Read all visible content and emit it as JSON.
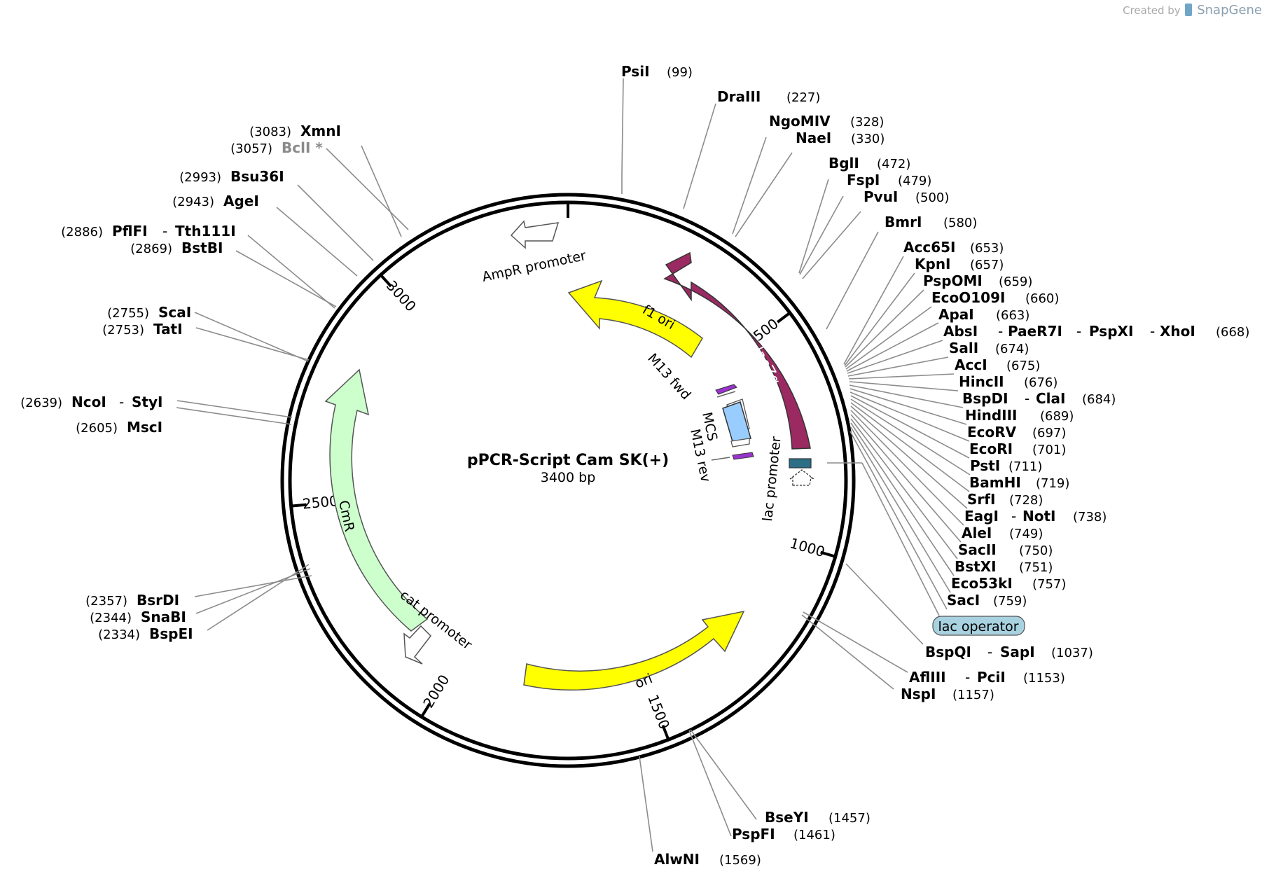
{
  "credit": {
    "prefix": "Created by",
    "brand": "SnapGene"
  },
  "plasmid": {
    "name": "pPCR-Script Cam SK(+)",
    "size_label": "3400 bp",
    "length": 3400
  },
  "ticks": [
    {
      "pos": 0,
      "label": ""
    },
    {
      "pos": 500,
      "label": "500"
    },
    {
      "pos": 1000,
      "label": "1000"
    },
    {
      "pos": 1500,
      "label": "1500"
    },
    {
      "pos": 2000,
      "label": "2000"
    },
    {
      "pos": 2500,
      "label": "2500"
    },
    {
      "pos": 3000,
      "label": "3000"
    }
  ],
  "features": [
    {
      "name": "lacZα",
      "label": "lacZα",
      "color": "#9b2a62",
      "label_color": "#ffffff"
    },
    {
      "name": "f1 ori",
      "label": "f1 ori",
      "color": "#ffff00",
      "label_color": "#000000"
    },
    {
      "name": "ori",
      "label": "ori",
      "color": "#ffff00",
      "label_color": "#000000"
    },
    {
      "name": "CmR",
      "label": "CmR",
      "color": "#ccffcc",
      "label_color": "#000000"
    },
    {
      "name": "AmpR promoter",
      "label": "AmpR promoter",
      "color": "#ffffff",
      "label_color": "#000000"
    },
    {
      "name": "cat promoter",
      "label": "cat promoter",
      "color": "#ffffff",
      "label_color": "#000000"
    },
    {
      "name": "lac promoter",
      "label": "lac promoter",
      "color": "#ffffff",
      "label_color": "#000000"
    },
    {
      "name": "M13 fwd",
      "label": "M13 fwd",
      "color": "#9933cc",
      "label_color": "#000000"
    },
    {
      "name": "M13 rev",
      "label": "M13 rev",
      "color": "#9933cc",
      "label_color": "#000000"
    },
    {
      "name": "MCS",
      "label": "MCS",
      "color": "#99ccff",
      "label_color": "#000000"
    },
    {
      "name": "lac operator",
      "label": "lac operator",
      "color": "#a8d2e0",
      "label_color": "#000000"
    }
  ],
  "sites": [
    {
      "id": "psii",
      "names": [
        "PsiI"
      ],
      "pos": "(99)"
    },
    {
      "id": "draiii",
      "names": [
        "DraIII"
      ],
      "pos": "(227)"
    },
    {
      "id": "ngomiv",
      "names": [
        "NgoMIV"
      ],
      "pos": "(328)"
    },
    {
      "id": "naei",
      "names": [
        "NaeI"
      ],
      "pos": "(330)"
    },
    {
      "id": "bgli",
      "names": [
        "BglI"
      ],
      "pos": "(472)"
    },
    {
      "id": "fspi",
      "names": [
        "FspI"
      ],
      "pos": "(479)"
    },
    {
      "id": "pvui",
      "names": [
        "PvuI"
      ],
      "pos": "(500)"
    },
    {
      "id": "bmri",
      "names": [
        "BmrI"
      ],
      "pos": "(580)"
    },
    {
      "id": "acc65i",
      "names": [
        "Acc65I"
      ],
      "pos": "(653)"
    },
    {
      "id": "kpni",
      "names": [
        "KpnI"
      ],
      "pos": "(657)"
    },
    {
      "id": "pspomi",
      "names": [
        "PspOMI"
      ],
      "pos": "(659)"
    },
    {
      "id": "eco0109i",
      "names": [
        "EcoO109I"
      ],
      "pos": "(660)"
    },
    {
      "id": "apai",
      "names": [
        "ApaI"
      ],
      "pos": "(663)"
    },
    {
      "id": "absi",
      "names": [
        "AbsI",
        "PaeR7I",
        "PspXI",
        "XhoI"
      ],
      "pos": "(668)"
    },
    {
      "id": "sali",
      "names": [
        "SalI"
      ],
      "pos": "(674)"
    },
    {
      "id": "acci",
      "names": [
        "AccI"
      ],
      "pos": "(675)"
    },
    {
      "id": "hincii",
      "names": [
        "HincII"
      ],
      "pos": "(676)"
    },
    {
      "id": "bspdi",
      "names": [
        "BspDI",
        "ClaI"
      ],
      "pos": "(684)"
    },
    {
      "id": "hindiii",
      "names": [
        "HindIII"
      ],
      "pos": "(689)"
    },
    {
      "id": "ecorv",
      "names": [
        "EcoRV"
      ],
      "pos": "(697)"
    },
    {
      "id": "ecori",
      "names": [
        "EcoRI"
      ],
      "pos": "(701)"
    },
    {
      "id": "psti",
      "names": [
        "PstI"
      ],
      "pos": "(711)"
    },
    {
      "id": "bamhi",
      "names": [
        "BamHI"
      ],
      "pos": "(719)"
    },
    {
      "id": "srfi",
      "names": [
        "SrfI"
      ],
      "pos": "(728)"
    },
    {
      "id": "eagi",
      "names": [
        "EagI",
        "NotI"
      ],
      "pos": "(738)"
    },
    {
      "id": "alei",
      "names": [
        "AleI"
      ],
      "pos": "(749)"
    },
    {
      "id": "sacii",
      "names": [
        "SacII"
      ],
      "pos": "(750)"
    },
    {
      "id": "bstxi",
      "names": [
        "BstXI"
      ],
      "pos": "(751)"
    },
    {
      "id": "eco53ki",
      "names": [
        "Eco53kI"
      ],
      "pos": "(757)"
    },
    {
      "id": "saci",
      "names": [
        "SacI"
      ],
      "pos": "(759)"
    },
    {
      "id": "bspqi",
      "names": [
        "BspQI",
        "SapI"
      ],
      "pos": "(1037)"
    },
    {
      "id": "afliii",
      "names": [
        "AflIII",
        "PciI"
      ],
      "pos": "(1153)"
    },
    {
      "id": "nspi",
      "names": [
        "NspI"
      ],
      "pos": "(1157)"
    },
    {
      "id": "bseyi",
      "names": [
        "BseYI"
      ],
      "pos": "(1457)"
    },
    {
      "id": "pspfi",
      "names": [
        "PspFI"
      ],
      "pos": "(1461)"
    },
    {
      "id": "alwni",
      "names": [
        "AlwNI"
      ],
      "pos": "(1569)"
    },
    {
      "id": "bsrdi",
      "names": [
        "BsrDI"
      ],
      "pos": "(2357)"
    },
    {
      "id": "snabi",
      "names": [
        "SnaBI"
      ],
      "pos": "(2344)"
    },
    {
      "id": "bspei",
      "names": [
        "BspEI"
      ],
      "pos": "(2334)"
    },
    {
      "id": "mscI",
      "names": [
        "MscI"
      ],
      "pos": "(2605)"
    },
    {
      "id": "ncoi",
      "names": [
        "NcoI",
        "StyI"
      ],
      "pos": "(2639)"
    },
    {
      "id": "tati",
      "names": [
        "TatI"
      ],
      "pos": "(2753)"
    },
    {
      "id": "scai",
      "names": [
        "ScaI"
      ],
      "pos": "(2755)"
    },
    {
      "id": "bstbi",
      "names": [
        "BstBI"
      ],
      "pos": "(2869)"
    },
    {
      "id": "pflfi",
      "names": [
        "PflFI",
        "Tth111I"
      ],
      "pos": "(2886)"
    },
    {
      "id": "agei",
      "names": [
        "AgeI"
      ],
      "pos": "(2943)"
    },
    {
      "id": "bsu36i",
      "names": [
        "Bsu36I"
      ],
      "pos": "(2993)"
    },
    {
      "id": "bcli",
      "names": [
        "BclI *"
      ],
      "pos": "(3057)"
    },
    {
      "id": "xmni",
      "names": [
        "XmnI"
      ],
      "pos": "(3083)"
    }
  ]
}
